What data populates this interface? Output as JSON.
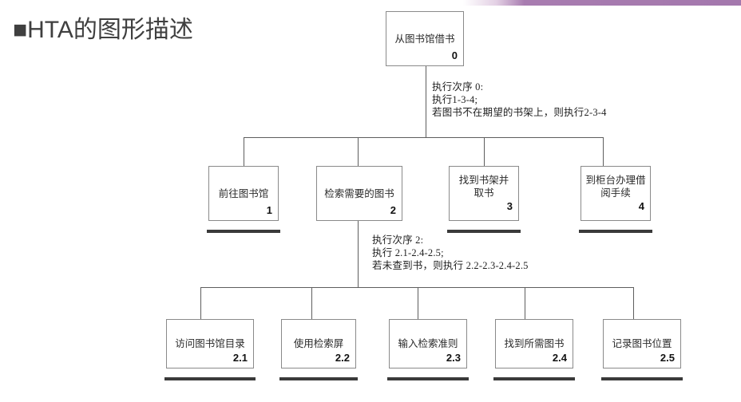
{
  "slide": {
    "title": "■HTA的图形描述",
    "accent_color": "#a478ad",
    "box_border_color": "#8a8a8a",
    "line_color": "#5e5e5e",
    "leaf_bar_color": "#3a3a3a"
  },
  "diagram": {
    "type": "hierarchical-task-analysis-tree",
    "root": {
      "label": "从图书馆借书",
      "number": "0",
      "terminal": false
    },
    "level2": [
      {
        "label": "前往图书馆",
        "number": "1",
        "terminal": true
      },
      {
        "label": "检索需要的图书",
        "number": "2",
        "terminal": false
      },
      {
        "label": "找到书架并\n取书",
        "number": "3",
        "terminal": true
      },
      {
        "label": "到柜台办理借\n阅手续",
        "number": "4",
        "terminal": true
      }
    ],
    "level3": [
      {
        "label": "访问图书馆目录",
        "number": "2.1",
        "terminal": true
      },
      {
        "label": "使用检索屏",
        "number": "2.2",
        "terminal": true
      },
      {
        "label": "输入检索准则",
        "number": "2.3",
        "terminal": true
      },
      {
        "label": "找到所需图书",
        "number": "2.4",
        "terminal": true
      },
      {
        "label": "记录图书位置",
        "number": "2.5",
        "terminal": true
      }
    ],
    "annotations": [
      {
        "id": "plan-0",
        "text": "执行次序 0:\n执行1-3-4;\n若图书不在期望的书架上，则执行2-3-4"
      },
      {
        "id": "plan-2",
        "text": "执行次序 2:\n执行 2.1-2.4-2.5;\n若未查到书，则执行 2.2-2.3-2.4-2.5"
      }
    ]
  }
}
